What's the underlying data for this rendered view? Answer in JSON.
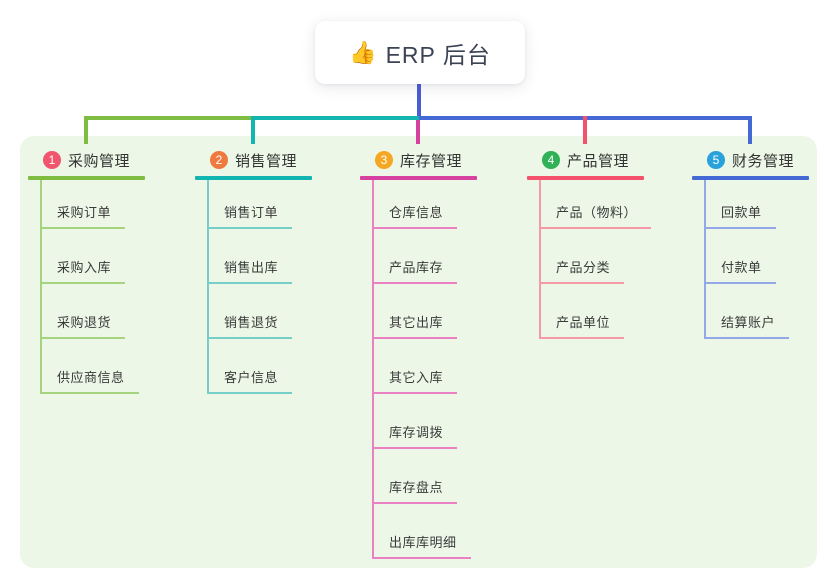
{
  "root": {
    "icon": "👍",
    "title": "ERP 后台"
  },
  "colors": {
    "panel_bg": "#ECF7E7",
    "root_line": "#4A5CD6",
    "line_green": "#7EBD41",
    "line_teal": "#12B5B0",
    "line_blue": "#4569D4",
    "line_magenta": "#D6409E",
    "line_red": "#F4516C"
  },
  "branches": [
    {
      "number": "1",
      "label": "采购管理",
      "badge_color": "#F2566E",
      "line_color": "#7EBD41",
      "sub_line_color": "#A6D47E",
      "items": [
        "采购订单",
        "采购入库",
        "采购退货",
        "供应商信息"
      ]
    },
    {
      "number": "2",
      "label": "销售管理",
      "badge_color": "#EF7A40",
      "line_color": "#12B5B0",
      "sub_line_color": "#76CEC9",
      "items": [
        "销售订单",
        "销售出库",
        "销售退货",
        "客户信息"
      ]
    },
    {
      "number": "3",
      "label": "库存管理",
      "badge_color": "#F5A623",
      "line_color": "#D6409E",
      "sub_line_color": "#E981C2",
      "items": [
        "仓库信息",
        "产品库存",
        "其它出库",
        "其它入库",
        "库存调拨",
        "库存盘点",
        "出库库明细"
      ]
    },
    {
      "number": "4",
      "label": "产品管理",
      "badge_color": "#2FB155",
      "line_color": "#F4516C",
      "sub_line_color": "#F79AA8",
      "items": [
        "产品（物料）",
        "产品分类",
        "产品单位"
      ]
    },
    {
      "number": "5",
      "label": "财务管理",
      "badge_color": "#29A2DC",
      "line_color": "#4569D4",
      "sub_line_color": "#93A8E6",
      "items": [
        "回款单",
        "付款单",
        "结算账户"
      ]
    }
  ]
}
